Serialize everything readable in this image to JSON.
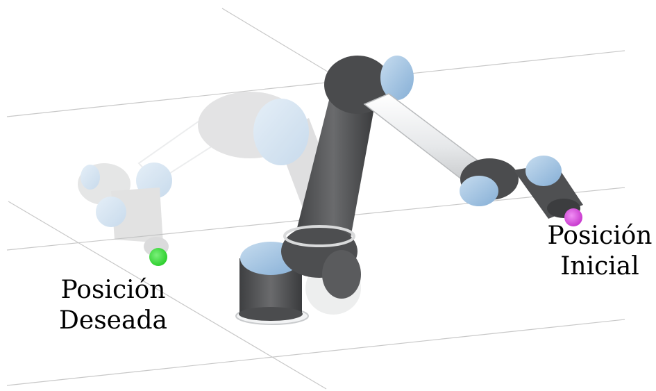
{
  "labels": {
    "desired": {
      "line1": "Posición",
      "line2": "Deseada"
    },
    "initial": {
      "line1": "Posición",
      "line2": "Inicial"
    }
  },
  "colors": {
    "desired_marker": "#4ce04c",
    "initial_marker": "#d94fe0",
    "robot_dark": "#58595b",
    "robot_light": "#eceef0",
    "joint_cap": "#9cc2e3",
    "grid_line": "#c8c8c8"
  },
  "icons": {
    "desired_marker": "green-dot-icon",
    "initial_marker": "magenta-dot-icon"
  }
}
